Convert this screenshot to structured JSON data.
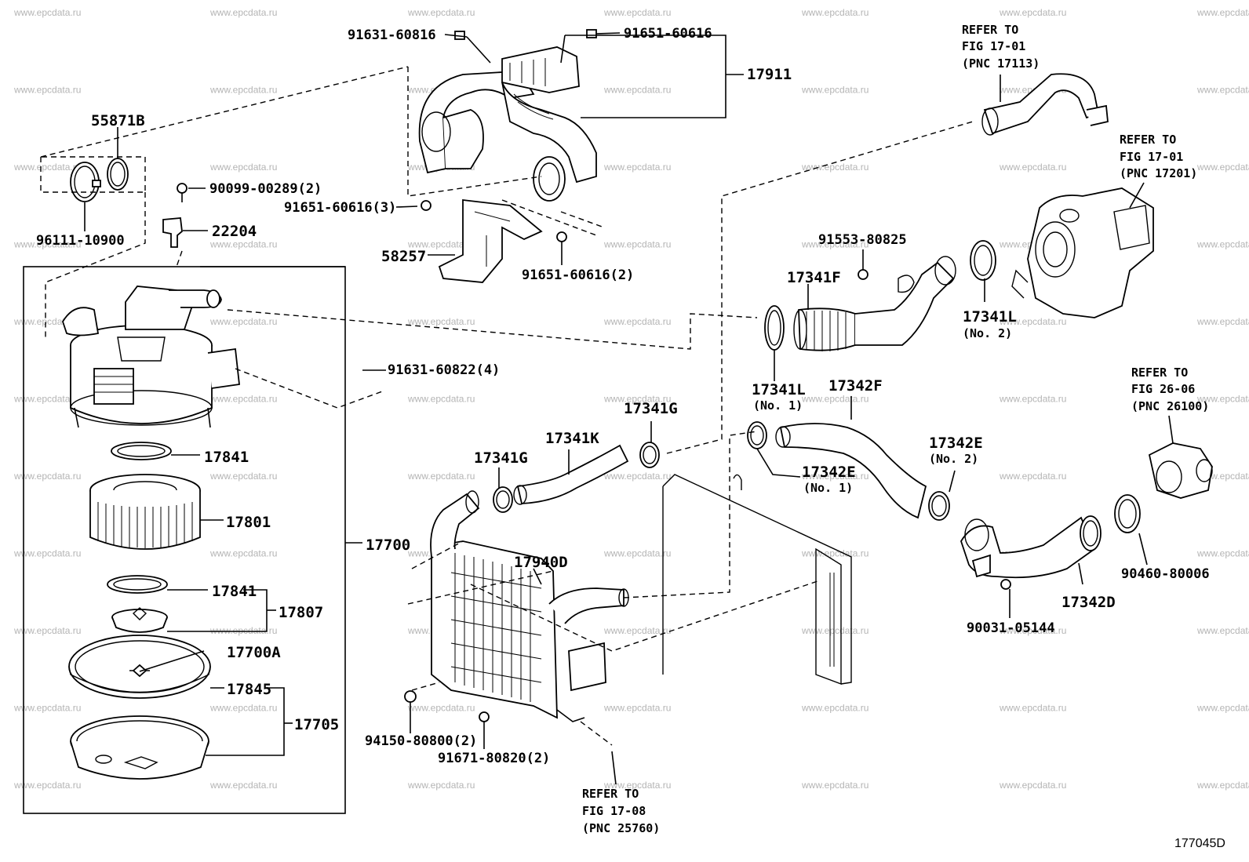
{
  "figure_id": "177045D",
  "watermark_text": "www.epcdata.ru",
  "labels": {
    "p91631_60816": "91631-60816",
    "p91651_60616_top": "91651-60616",
    "p17911": "17911",
    "p55871B": "55871B",
    "p90099_00289": "90099-00289(2)",
    "p96111_10900": "96111-10900",
    "p22204": "22204",
    "p91651_60616_3": "91651-60616(3)",
    "p58257": "58257",
    "p91651_60616_2": "91651-60616(2)",
    "p91553_80825": "91553-80825",
    "p17341F": "17341F",
    "p17341L_no2": "17341L",
    "p17341L_no2_sub": "(No. 2)",
    "p91631_60822": "91631-60822(4)",
    "p17341L_no1": "17341L",
    "p17341L_no1_sub": "(No. 1)",
    "p17342F": "17342F",
    "p17341G_right": "17341G",
    "p17341K": "17341K",
    "p17341G_left": "17341G",
    "p17342E_no2": "17342E",
    "p17342E_no2_sub": "(No. 2)",
    "p17342E_no1": "17342E",
    "p17342E_no1_sub": "(No. 1)",
    "p17841_top": "17841",
    "p17801": "17801",
    "p17700": "17700",
    "p17940D": "17940D",
    "p17841_bottom": "17841",
    "p17807": "17807",
    "p17700A": "17700A",
    "p17845": "17845",
    "p17705": "17705",
    "p90460_80006": "90460-80006",
    "p17342D": "17342D",
    "p90031_05144": "90031-05144",
    "p94150_80800": "94150-80800(2)",
    "p91671_80820": "91671-80820(2)"
  },
  "references": {
    "ref_17113": [
      "REFER TO",
      "FIG 17-01",
      "(PNC 17113)"
    ],
    "ref_17201": [
      "REFER TO",
      "FIG 17-01",
      "(PNC 17201)"
    ],
    "ref_26100": [
      "REFER TO",
      "FIG 26-06",
      "(PNC 26100)"
    ],
    "ref_25760": [
      "REFER TO",
      "FIG 17-08",
      "(PNC 25760)"
    ]
  }
}
